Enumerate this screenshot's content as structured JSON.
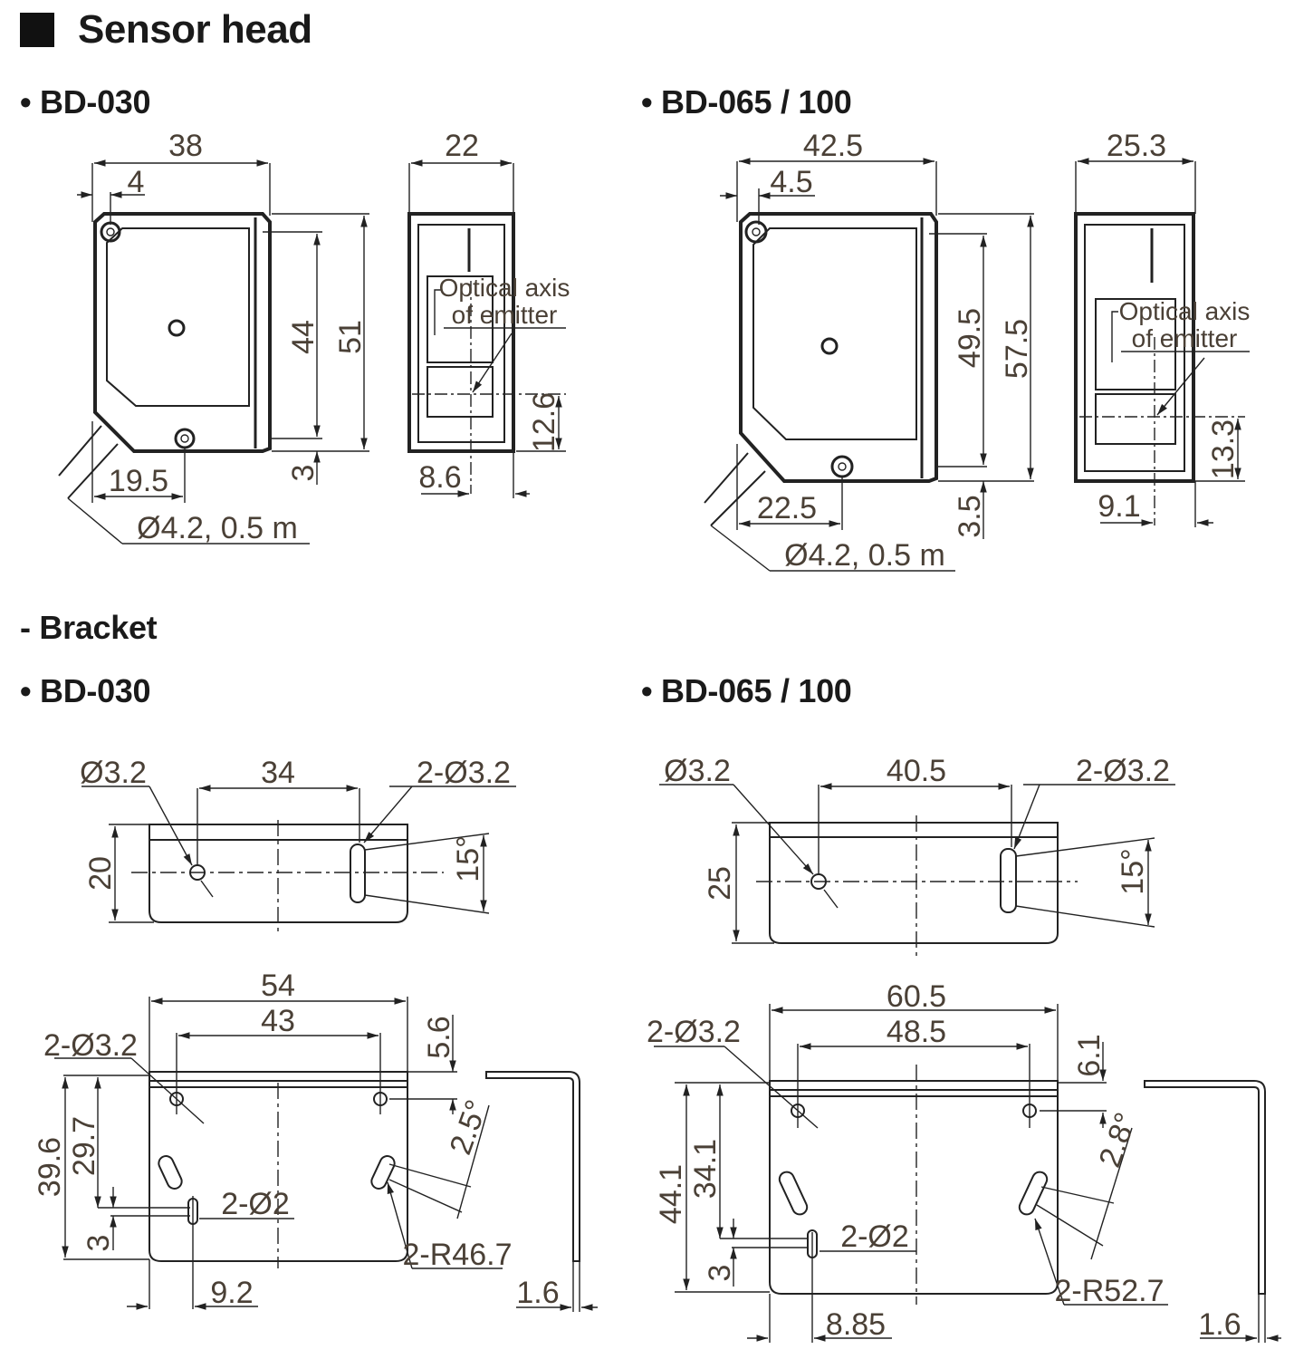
{
  "page": {
    "title": "Sensor head",
    "bracket_heading": "- Bracket"
  },
  "sensor_head": {
    "bd030": {
      "heading": "• BD-030",
      "front": {
        "width": "38",
        "hole_offset": "4",
        "inner_height": "44",
        "height": "51",
        "cable_offset": "19.5",
        "bottom_gap": "3",
        "cable": "Ø4.2, 0.5 m"
      },
      "side": {
        "width": "22",
        "optical_axis_label_1": "Optical axis",
        "optical_axis_label_2": "of emitter",
        "axis_height": "12.6",
        "axis_offset": "8.6"
      }
    },
    "bd065": {
      "heading": "• BD-065 / 100",
      "front": {
        "width": "42.5",
        "hole_offset": "4.5",
        "inner_height": "49.5",
        "height": "57.5",
        "cable_offset": "22.5",
        "bottom_gap": "3.5",
        "cable": "Ø4.2, 0.5 m"
      },
      "side": {
        "width": "25.3",
        "optical_axis_label_1": "Optical axis",
        "optical_axis_label_2": "of emitter",
        "axis_height": "13.3",
        "axis_offset": "9.1"
      }
    }
  },
  "bracket": {
    "bd030": {
      "heading": "• BD-030",
      "top": {
        "hole": "Ø3.2",
        "pitch": "34",
        "slots": "2-Ø3.2",
        "height": "20",
        "angle": "15°"
      },
      "front": {
        "width": "54",
        "hole_pitch": "43",
        "holes": "2-Ø3.2",
        "offset_top": "5.6",
        "slot_angle": "2.5°",
        "height": "39.6",
        "slot_height": "29.7",
        "pin_holes": "2-Ø2",
        "pin_offset": "3",
        "radius": "2-R46.7",
        "pin_x": "9.2",
        "thickness": "1.6"
      }
    },
    "bd065": {
      "heading": "• BD-065 / 100",
      "top": {
        "hole": "Ø3.2",
        "pitch": "40.5",
        "slots": "2-Ø3.2",
        "height": "25",
        "angle": "15°"
      },
      "front": {
        "width": "60.5",
        "hole_pitch": "48.5",
        "holes": "2-Ø3.2",
        "offset_top": "6.1",
        "slot_angle": "2.8°",
        "height": "44.1",
        "slot_height": "34.1",
        "pin_holes": "2-Ø2",
        "pin_offset": "3",
        "radius": "2-R52.7",
        "pin_x": "8.85",
        "thickness": "1.6"
      }
    }
  }
}
